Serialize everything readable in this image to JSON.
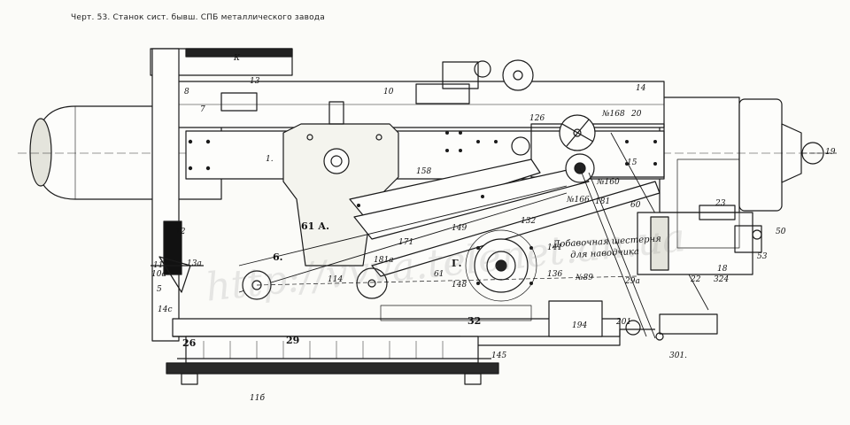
{
  "caption": "Черт. 53. Станок сист. бывш. СПБ металлического завода",
  "labels": {
    "k": "К",
    "n13": "13",
    "n8": "8",
    "n7": "7",
    "n10": "10",
    "n1": "1.",
    "n14": "14",
    "n168": "№168",
    "n20": "20",
    "n15": "15",
    "n126": "126",
    "n158": "158",
    "n160": "№160",
    "n166": "№166",
    "n181": "181",
    "n61a": "61 А.",
    "n12": "12",
    "n11": "11",
    "n10a": "10а",
    "n13a": "13а",
    "n5": "5",
    "n6": "6.",
    "n114": "114",
    "n171": "171",
    "n181a": "181а",
    "n61": "61",
    "g": "Г.",
    "n149": "149",
    "n132": "132",
    "n141": "141",
    "n148": "148",
    "n136": "136",
    "n89": "№89",
    "n29a": "29а",
    "n22": "22",
    "n324": "324",
    "n18": "18",
    "n50": "50",
    "n53": "53",
    "n23": "23",
    "n60": "60",
    "n19": "19",
    "n14c": "14с",
    "n26": "26",
    "n29": "29",
    "n32": "32",
    "n194": "194",
    "n201": "201",
    "n301": "301.",
    "n145": "145",
    "n11b": "11б",
    "note_line1": "Добавочная шестерня",
    "note_line2": "для наводчика"
  },
  "watermark": "http://vvva.telenet.an.ua"
}
